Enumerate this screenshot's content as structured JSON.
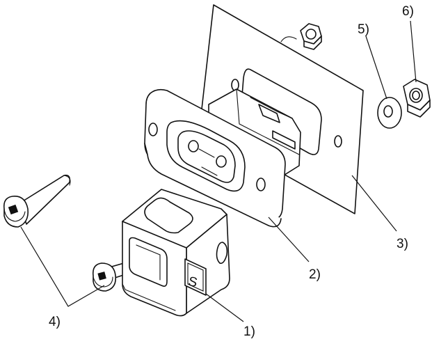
{
  "callouts": [
    {
      "id": "c1",
      "label": "1)"
    },
    {
      "id": "c2",
      "label": "2)"
    },
    {
      "id": "c3",
      "label": "3)"
    },
    {
      "id": "c4",
      "label": "4)"
    },
    {
      "id": "c5",
      "label": "5)"
    },
    {
      "id": "c6",
      "label": "6)"
    }
  ],
  "colors": {
    "line": "#111111",
    "background": "#ffffff"
  },
  "logo": {
    "text": "S"
  }
}
